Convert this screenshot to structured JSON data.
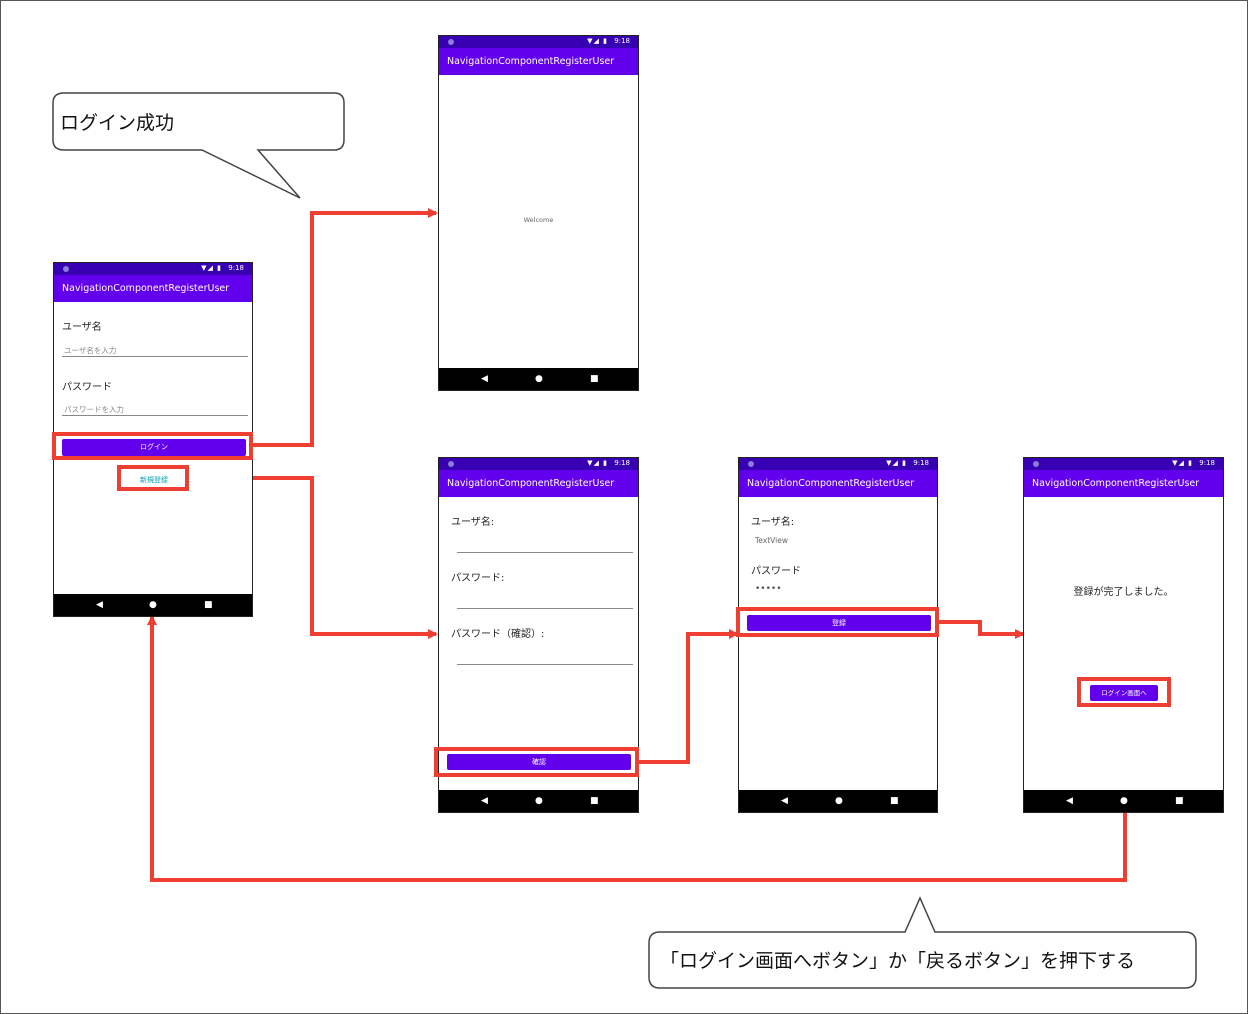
{
  "app_title": "NavigationComponentRegisterUser",
  "status_time": "9:18",
  "status_icons": "▼◢ ▮",
  "nav": {
    "back": "◀",
    "home": "●",
    "recent": "■"
  },
  "login_screen": {
    "username_label": "ユーザ名",
    "username_placeholder": "ユーザ名を入力",
    "password_label": "パスワード",
    "password_placeholder": "パスワードを入力",
    "login_button": "ログイン",
    "register_link": "新規登録"
  },
  "welcome_screen": {
    "text": "Welcome"
  },
  "register_screen": {
    "username_label": "ユーザ名:",
    "password_label": "パスワード:",
    "password_confirm_label": "パスワード（確認）:",
    "confirm_button": "確認"
  },
  "confirm_screen": {
    "username_label": "ユーザ名:",
    "username_value": "TextView",
    "password_label": "パスワード",
    "password_value": "•••••",
    "register_button": "登録"
  },
  "complete_screen": {
    "message": "登録が完了しました。",
    "to_login_button": "ログイン画面へ"
  },
  "callouts": {
    "login_success": "ログイン成功",
    "back_note": "「ログイン画面へボタン」か「戻るボタン」を押下する"
  },
  "colors": {
    "app_bar": "#6200ee",
    "status_bar": "#3700b3",
    "highlight": "#ee3f32",
    "link": "#00a0b0"
  }
}
